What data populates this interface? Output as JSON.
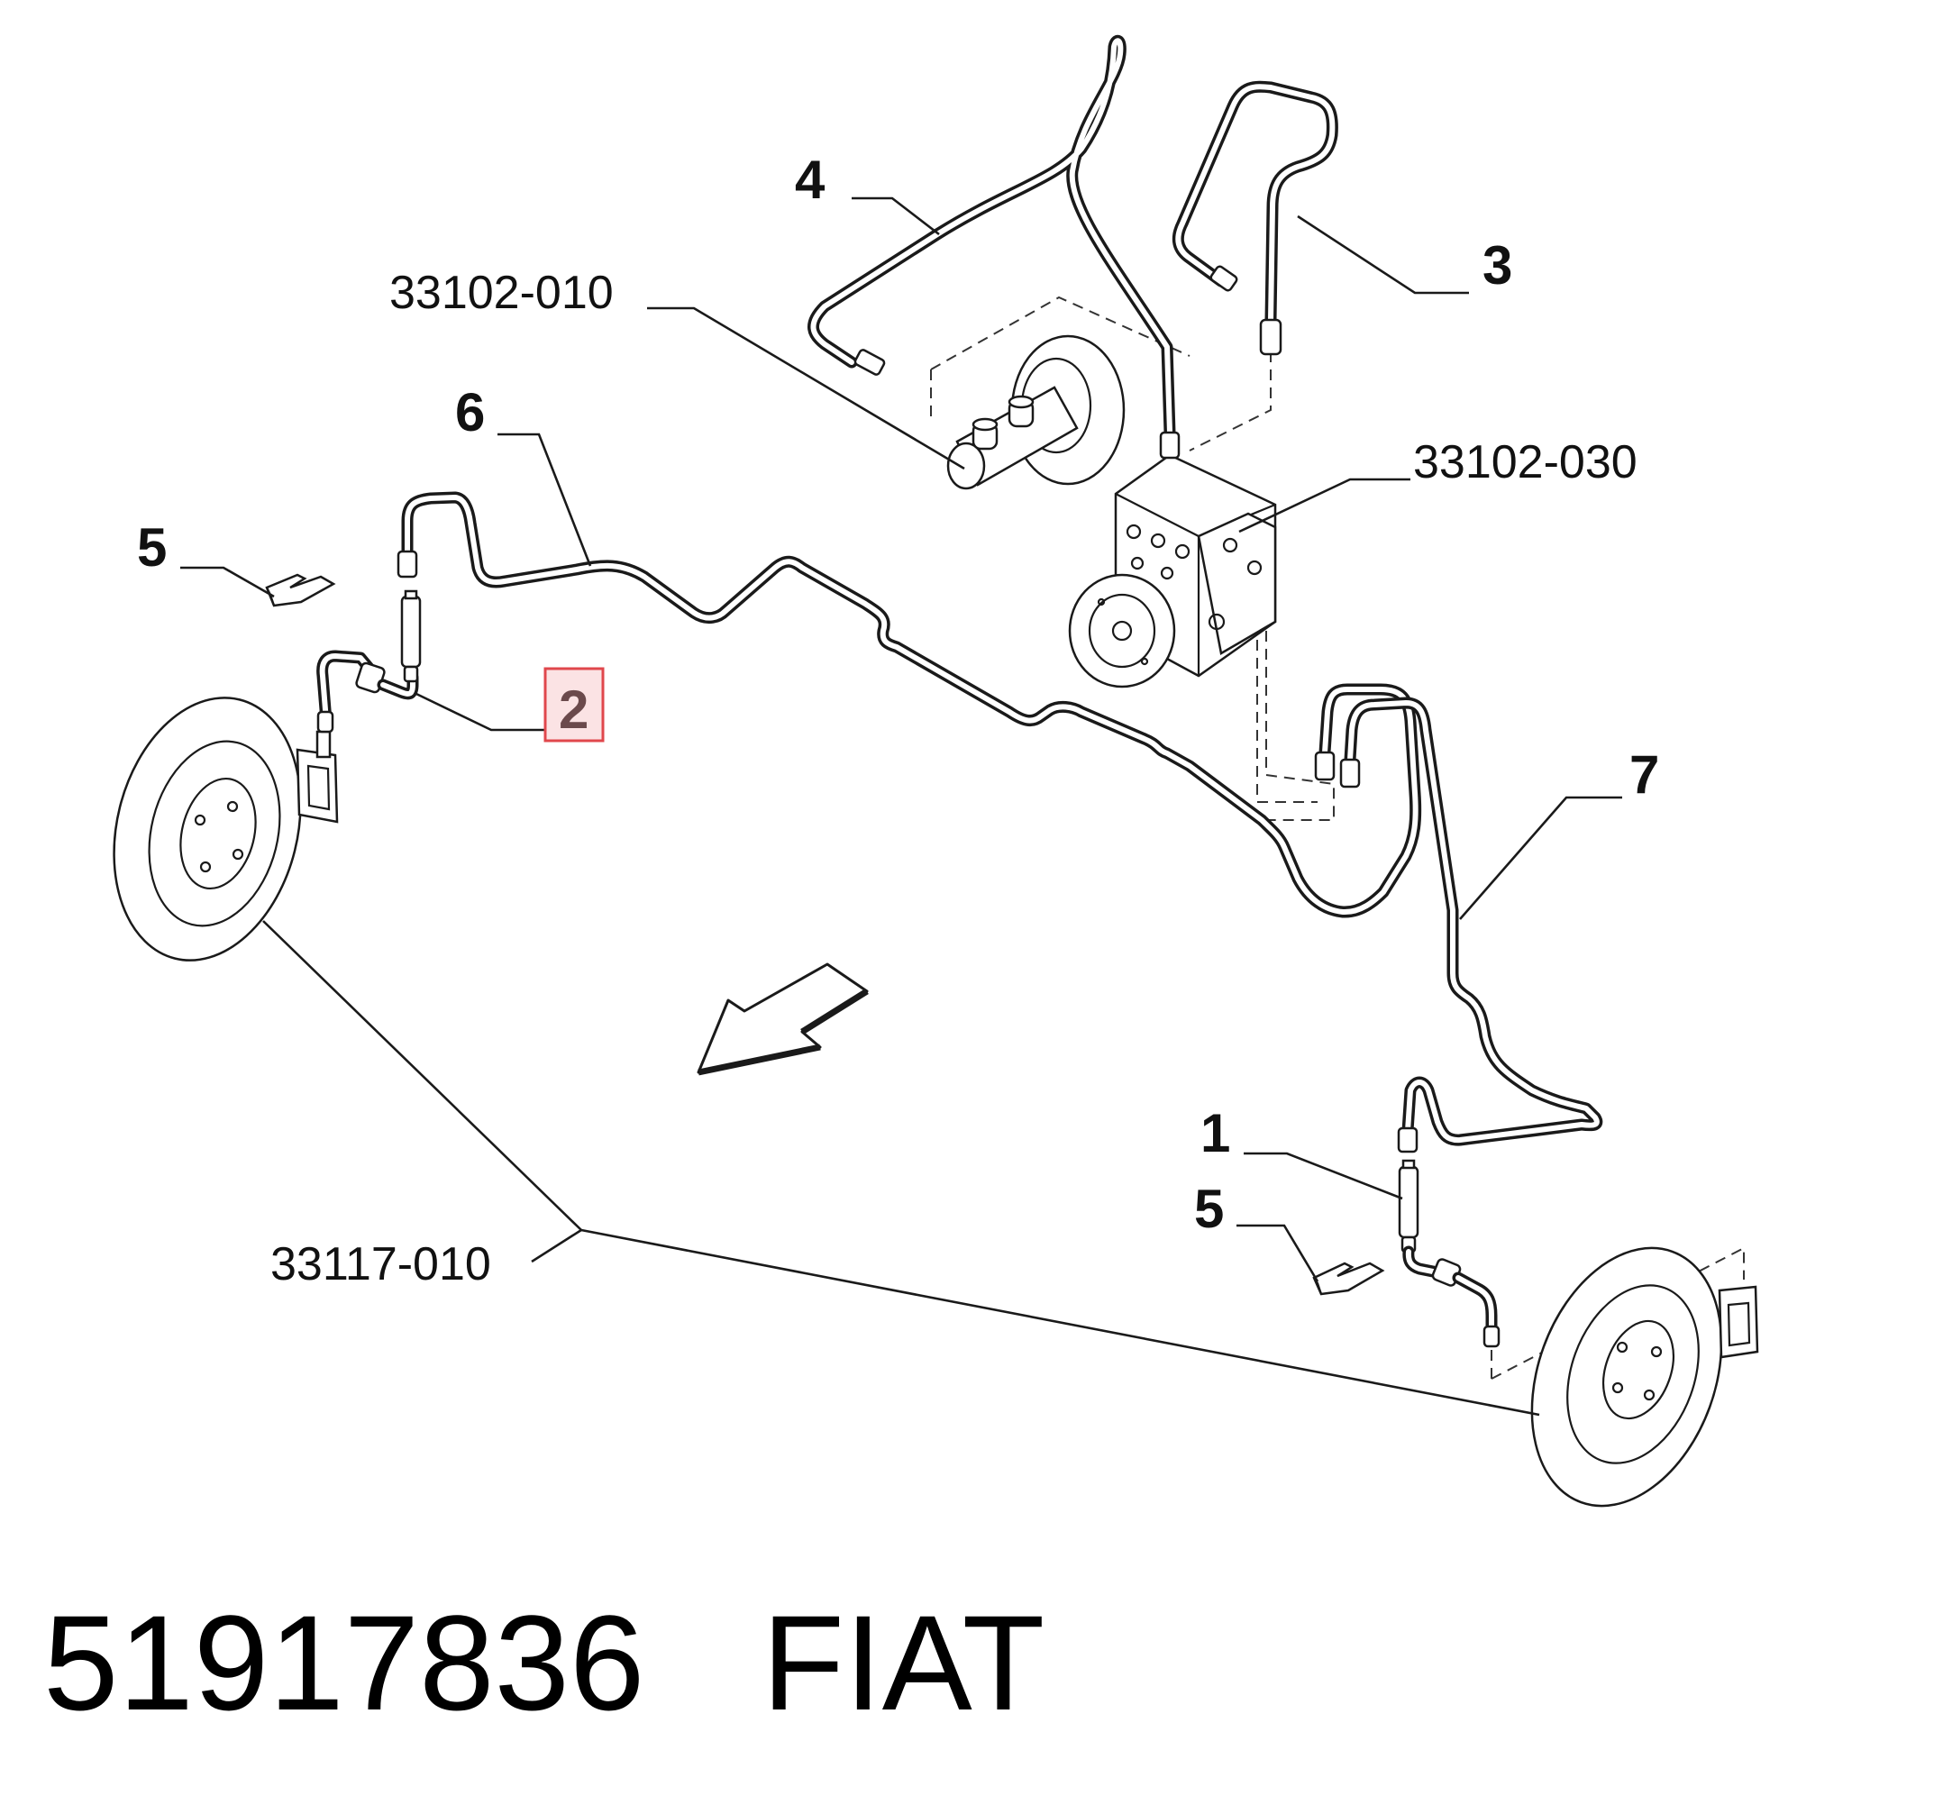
{
  "callouts": {
    "c1": "1",
    "c2": "2",
    "c3": "3",
    "c4": "4",
    "c5_left": "5",
    "c5_right": "5",
    "c6": "6",
    "c7": "7"
  },
  "references": {
    "master_cylinder": "33102-010",
    "abs_unit": "33102-030",
    "brake_discs": "33117-010"
  },
  "highlight": {
    "callout": "2",
    "color": "#e0474c"
  },
  "footer": {
    "part_number": "51917836",
    "brand": "FIAT"
  }
}
